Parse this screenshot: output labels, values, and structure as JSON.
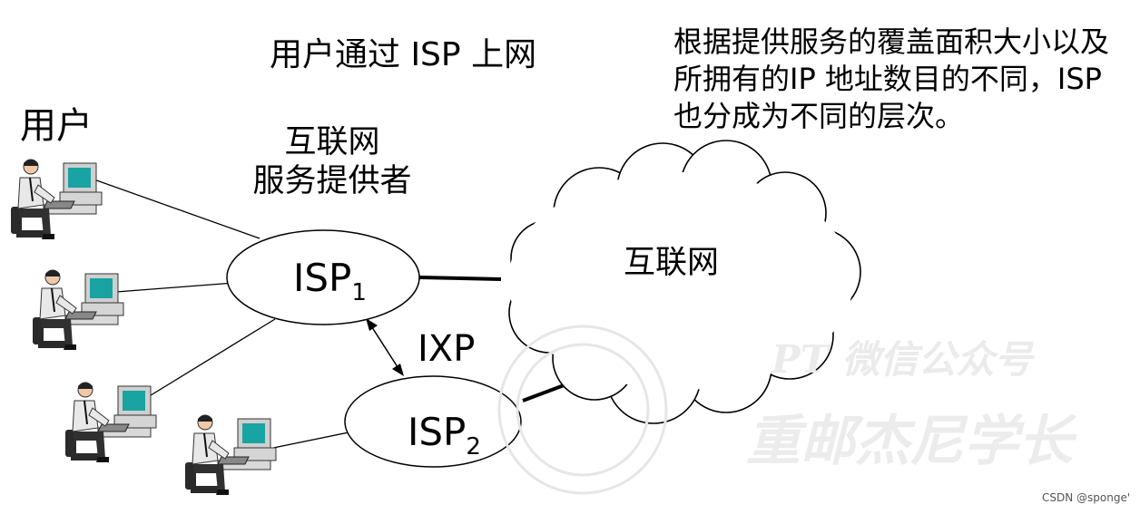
{
  "title": "用户通过 ISP 上网",
  "description_lines": [
    "根据提供服务的覆盖面积大小以及",
    "所拥有的IP 地址数目的不同，ISP",
    "也分成为不同的层次。"
  ],
  "users_label": "用户",
  "isp_description_lines": [
    "互联网",
    "服务提供者"
  ],
  "isp1": {
    "base": "ISP",
    "sub": "1"
  },
  "isp2": {
    "base": "ISP",
    "sub": "2"
  },
  "ixp_label": "IXP",
  "internet_label": "互联网",
  "watermark": {
    "line1": "PT  微信公众号",
    "line2": "重邮杰尼学长"
  },
  "credit": "CSDN @sponge'",
  "colors": {
    "stroke": "#000000",
    "monitor_screen": "#19a3a3",
    "shirt": "#e8e8e8",
    "pants": "#303030",
    "watermark": "#ebebeb"
  }
}
